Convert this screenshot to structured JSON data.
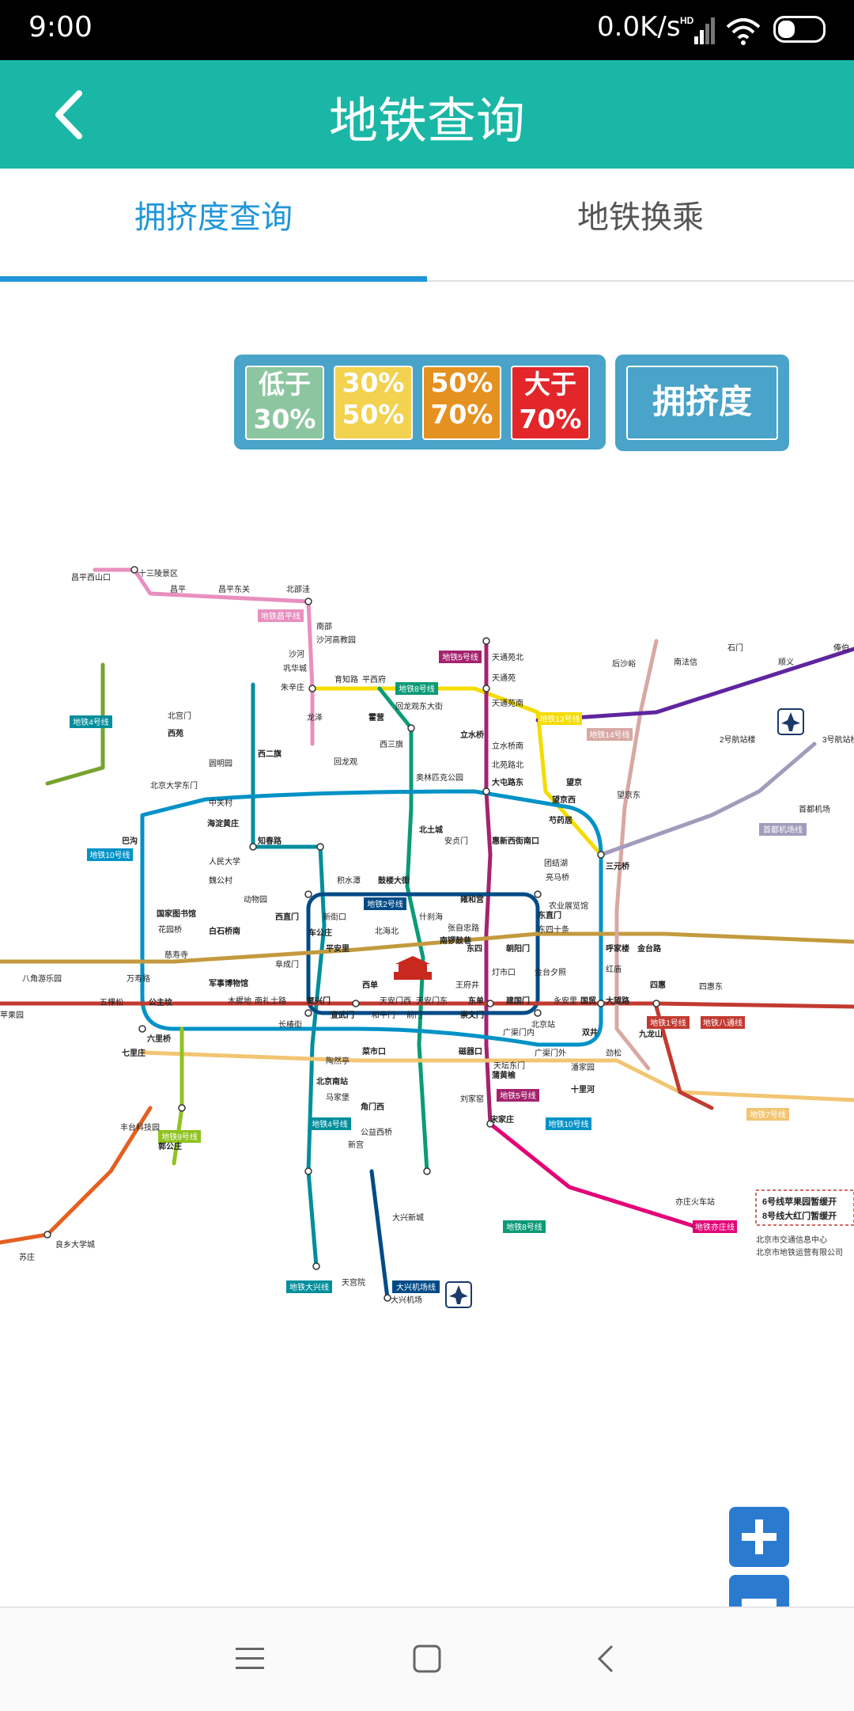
{
  "status_bar": {
    "time": "9:00",
    "net_speed": "0.0K/s",
    "network_label": "HD",
    "battery": "38",
    "battery_level": 0.38,
    "icons": [
      "signal-icon",
      "wifi-icon",
      "battery-icon"
    ]
  },
  "header": {
    "title": "地铁查询",
    "back_icon": "chevron-left-icon",
    "background": "#1ab6a6"
  },
  "tabs": [
    {
      "label": "拥挤度查询",
      "active": true
    },
    {
      "label": "地铁换乘",
      "active": false
    }
  ],
  "legend": [
    {
      "top": "低于",
      "bottom": "30%",
      "color": "#8cc6a0"
    },
    {
      "top": "30%",
      "bottom": "50%",
      "color": "#f2d24e"
    },
    {
      "top": "50%",
      "bottom": "70%",
      "color": "#e59120"
    },
    {
      "top": "大于",
      "bottom": "70%",
      "color": "#e2262a"
    }
  ],
  "crowd_button": "拥挤度",
  "map": {
    "stations": {
      "changping_xishankou": "昌平西山口",
      "ming_tombs": "十三陵景区",
      "changping": "昌平",
      "changping_dongguan": "昌平东关",
      "beishaowa": "北邵洼",
      "nanshao": "南邵",
      "shahe_gaojiaoyuan": "沙河高教园",
      "shahe": "沙河",
      "gongjiahuacheng": "巩华城",
      "zhuxinzhuang": "朱辛庄",
      "yuzhilu": "育知路",
      "pingxifu": "平西府",
      "huilongguan_dongdajie": "回龙观东大街",
      "tiantongyuan_north": "天通苑北",
      "tiantongyuan": "天通苑",
      "tiantongyuan_south": "天通苑南",
      "lishuiqiao": "立水桥",
      "lishuiqiao_south": "立水桥南",
      "beiyuanlu_north": "北苑路北",
      "datunlu_east": "大屯路东",
      "wangjing": "望京",
      "wangjing_west": "望京西",
      "shaoyaoju": "芍药居",
      "sanyuanqiao": "三元桥",
      "dongzhimen": "东直门",
      "yonghegong": "雍和宫",
      "guloudajie": "鼓楼大街",
      "jishuitan": "积水潭",
      "xizhimen": "西直门",
      "chegongzhuang": "车公庄",
      "fuchengmen": "阜成门",
      "fuxingmen": "复兴门",
      "xidan": "西单",
      "tiananmen_west": "天安门西",
      "tiananmen_east": "天安门东",
      "wangfujing": "王府井",
      "dongdan": "东单",
      "jianguomen": "建国门",
      "guomao": "国贸",
      "dawanglu": "大望路",
      "sihui": "四惠",
      "sihui_east": "四惠东",
      "jintailu": "金台路",
      "hujialou": "呼家楼",
      "chaoyangmen": "朝阳门",
      "dongsi": "东四",
      "nanluoguxiang": "南锣鼓巷",
      "pinganli": "平安里",
      "haidianhuangzhuang": "海淀黄庄",
      "zhichunlu": "知春路",
      "xierqi": "西二旗",
      "huoying": "霍营",
      "bagou": "巴沟",
      "gongzhufen": "公主坟",
      "junshibowuguan": "军事博物馆",
      "muxidi": "木樨地",
      "nanlishilu": "南礼士路",
      "changchunjie": "长椿街",
      "xuanwumen": "宣武门",
      "heping_men": "和平门",
      "qianmen": "前门",
      "chongwenmen": "崇文门",
      "beijingzhan": "北京站",
      "guangqumennei": "广渠门内",
      "guangqumenwai": "广渠门外",
      "shuangjing": "双井",
      "jinsong": "劲松",
      "panjiayuan": "潘家园",
      "shilihe": "十里河",
      "ciqikou": "磁器口",
      "tiantan_dongmen": "天坛东门",
      "puhuangyu": "蒲黄榆",
      "liujiayao": "刘家窑",
      "songjiazhuang": "宋家庄",
      "caishikou": "菜市口",
      "taoranting": "陶然亭",
      "beijingnanzhan": "北京南站",
      "majiabao": "马家堡",
      "jiaomenxi": "角门西",
      "gongyixiqiao": "公益西桥",
      "xingong": "新宫",
      "yizhuang_train": "亦庄火车站",
      "daxing_airport": "大兴机场",
      "daxing_xincheng": "大兴新城",
      "tiangongyuan": "天宫院",
      "liangxiang_univ": "良乡大学城",
      "suzhuang": "苏庄",
      "jiuqiao": "九龙山",
      "wangjing_east": "望京东",
      "terminal2": "2号航站楼",
      "terminal3": "3号航站楼",
      "capital_airport": "首都机场",
      "nanfaxin": "南法信",
      "shunyi": "顺义",
      "houshayu": "后沙峪",
      "shimen": "石门",
      "fengbo": "俸伯",
      "huilongguan": "回龙观",
      "longze": "龙泽",
      "xisanqi": "西三旗",
      "zhuxinzhuang2": "朱辛庄",
      "olympic_park": "奥林匹克公园",
      "beitucheng": "北土城",
      "anzhenmen": "安贞门",
      "huixinxijie_nankou": "惠新西街南口",
      "dongsishitiao": "东四十条",
      "tuanjiehu": "团结湖",
      "liangmaqiao": "亮马桥",
      "nongzhanguan": "农业展览馆",
      "pingguoyuan": "苹果园",
      "bajiao": "八角游乐园",
      "wukesong": "五棵松",
      "wanshoulu": "万寿路",
      "qilizhuang": "七里庄",
      "liuliqiao": "六里桥",
      "fengtai_keji": "丰台科技园",
      "guogongzhuang": "郭公庄",
      "xiyuan": "西苑",
      "beigongmen": "北宫门",
      "yuanmingyuan": "圆明园",
      "beida_dongmen": "北京大学东门",
      "zhongguancun": "中关村",
      "renmin_univ": "人民大学",
      "weigongcun": "魏公村",
      "guojiatushuguan": "国家图书馆",
      "dongwuyuan": "动物园",
      "xinjiekou": "新街口",
      "shichahai": "什刹海",
      "beihai_north": "北海北",
      "zhangzizhonglu": "张自忠路",
      "dengshikou": "灯市口",
      "cishousi": "慈寿寺",
      "huayuanqiao": "花园桥",
      "baishiqiao_south": "白石桥南",
      "wangfujing2": "王府井",
      "jinjiaomen": "金台夕照",
      "yongandong": "永安里",
      "hongmiao": "红庙"
    },
    "line_badges": [
      {
        "label": "地铁昌平线",
        "color": "#e88fbf"
      },
      {
        "label": "地铁5号线",
        "color": "#a4236e"
      },
      {
        "label": "地铁8号线",
        "color": "#0b9b76"
      },
      {
        "label": "地铁4号线",
        "color": "#008e9c"
      },
      {
        "label": "地铁13号线",
        "color": "#f4db00"
      },
      {
        "label": "地铁14号线",
        "color": "#d8a8a4"
      },
      {
        "label": "地铁10号线",
        "color": "#0092c7"
      },
      {
        "label": "地铁2号线",
        "color": "#004b87"
      },
      {
        "label": "地铁1号线",
        "color": "#c23a30"
      },
      {
        "label": "地铁八通线",
        "color": "#c23a30"
      },
      {
        "label": "地铁7号线",
        "color": "#f2c572"
      },
      {
        "label": "地铁9号线",
        "color": "#8fc31f"
      },
      {
        "label": "地铁4号线",
        "color": "#008e9c"
      },
      {
        "label": "地铁5号线",
        "color": "#a4236e"
      },
      {
        "label": "地铁10号线",
        "color": "#0092c7"
      },
      {
        "label": "地铁8号线",
        "color": "#0b9b76"
      },
      {
        "label": "地铁亦庄线",
        "color": "#e40077"
      },
      {
        "label": "地铁大兴线",
        "color": "#008e9c"
      },
      {
        "label": "大兴机场线",
        "color": "#004b87"
      },
      {
        "label": "首都机场线",
        "color": "#a29bbb"
      }
    ],
    "notice": [
      "6号线苹果园暂缓开",
      "8号线大红门暂缓开"
    ],
    "credits": [
      "北京市交通信息中心",
      "北京市地铁运营有限公司"
    ],
    "airport_icons": [
      "airplane-icon",
      "airplane-icon"
    ]
  },
  "zoom": {
    "in_icon": "plus-icon",
    "out_icon": "minus-icon"
  },
  "nav": {
    "icons": [
      "menu-icon",
      "home-square-icon",
      "back-arrow-icon"
    ]
  }
}
